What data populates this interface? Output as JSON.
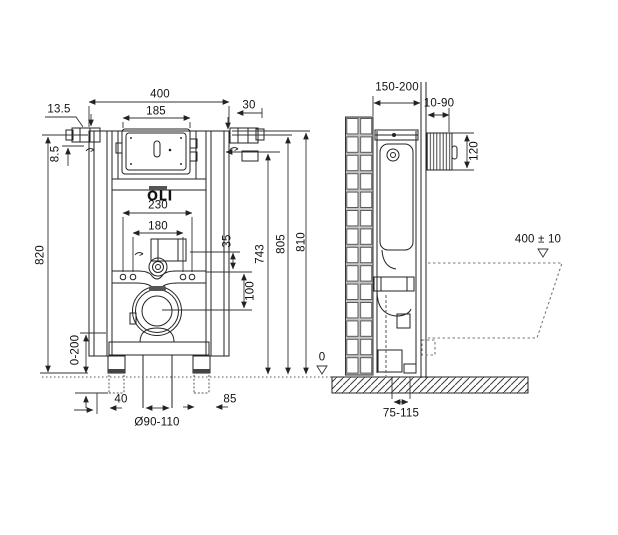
{
  "drawing": {
    "logo": "OLI",
    "front": {
      "width_overall": "400",
      "access_panel_width": "185",
      "top_offset": "13.5",
      "bracket_extension": "30",
      "panel_top_inset": "8.5",
      "frame_height": "820",
      "fixing_spacing_outer": "230",
      "fixing_spacing_inner": "180",
      "inlet_drop": "35",
      "outlet_drop": "100",
      "height_flush_pipe": "743",
      "height_mid": "805",
      "height_top": "810",
      "leg_adjustment": "0-200",
      "offset_left": "40",
      "offset_right": "85",
      "outlet_pipe_diameter": "Ø90-110"
    },
    "side": {
      "install_depth": "150-200",
      "button_housing_depth": "10-90",
      "button_housing_height": "120",
      "bowl_height": "400 ± 10",
      "floor_datum": "0",
      "outlet_floor_distance": "75-115"
    }
  }
}
